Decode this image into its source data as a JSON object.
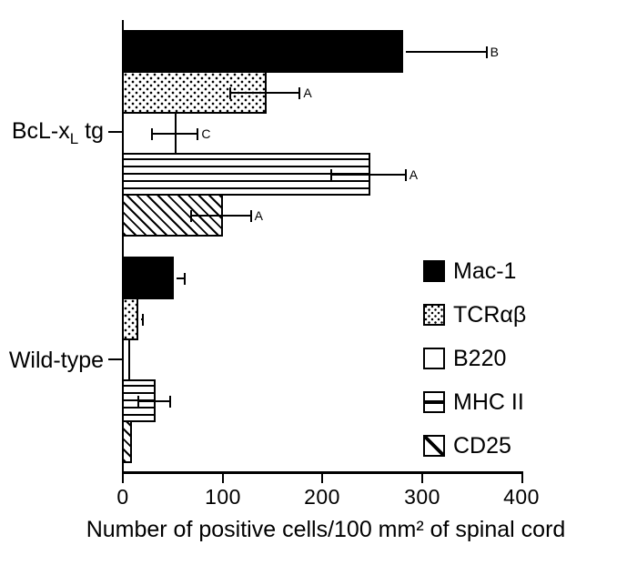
{
  "colors": {
    "background": "#ffffff",
    "ink": "#000000"
  },
  "chart_data": {
    "type": "bar",
    "orientation": "horizontal",
    "title": "",
    "xlabel": "Number of positive cells/100 mm² of spinal cord",
    "ylabel": "",
    "xlim": [
      0,
      400
    ],
    "xticks": [
      "0",
      "100",
      "200",
      "300",
      "400"
    ],
    "grid": false,
    "legend_position": "lower-right",
    "groups": [
      {
        "label": "BcL-xL tg",
        "label_pre": "BcL-x",
        "label_sub": "L",
        "label_post": " tg"
      },
      {
        "label": "Wild-type",
        "label_pre": "Wild-type",
        "label_sub": "",
        "label_post": ""
      }
    ],
    "series": [
      {
        "name": "Mac-1",
        "pattern": "solid",
        "values": [
          280,
          50
        ],
        "errors": [
          {
            "plus": 85
          },
          {
            "plus": 13
          }
        ],
        "sig": [
          "B",
          null
        ]
      },
      {
        "name": "TCRαβ",
        "pattern": "dots",
        "values": [
          143,
          15
        ],
        "errors": [
          {
            "plus": 35,
            "minus": 35
          },
          {
            "plus": 6
          }
        ],
        "sig": [
          "A",
          null
        ]
      },
      {
        "name": "B220",
        "pattern": "plain",
        "values": [
          53,
          6
        ],
        "errors": [
          {
            "plus": 23,
            "minus": 23
          },
          null
        ],
        "sig": [
          "C",
          null
        ]
      },
      {
        "name": "MHC II",
        "pattern": "hlines",
        "values": [
          247,
          32
        ],
        "errors": [
          {
            "plus": 37,
            "minus": 37
          },
          {
            "plus": 16,
            "minus": 16
          }
        ],
        "sig": [
          "A",
          null
        ]
      },
      {
        "name": "CD25",
        "pattern": "diag",
        "values": [
          99,
          8
        ],
        "errors": [
          {
            "plus": 30,
            "minus": 30
          },
          null
        ],
        "sig": [
          "A",
          null
        ]
      }
    ]
  }
}
